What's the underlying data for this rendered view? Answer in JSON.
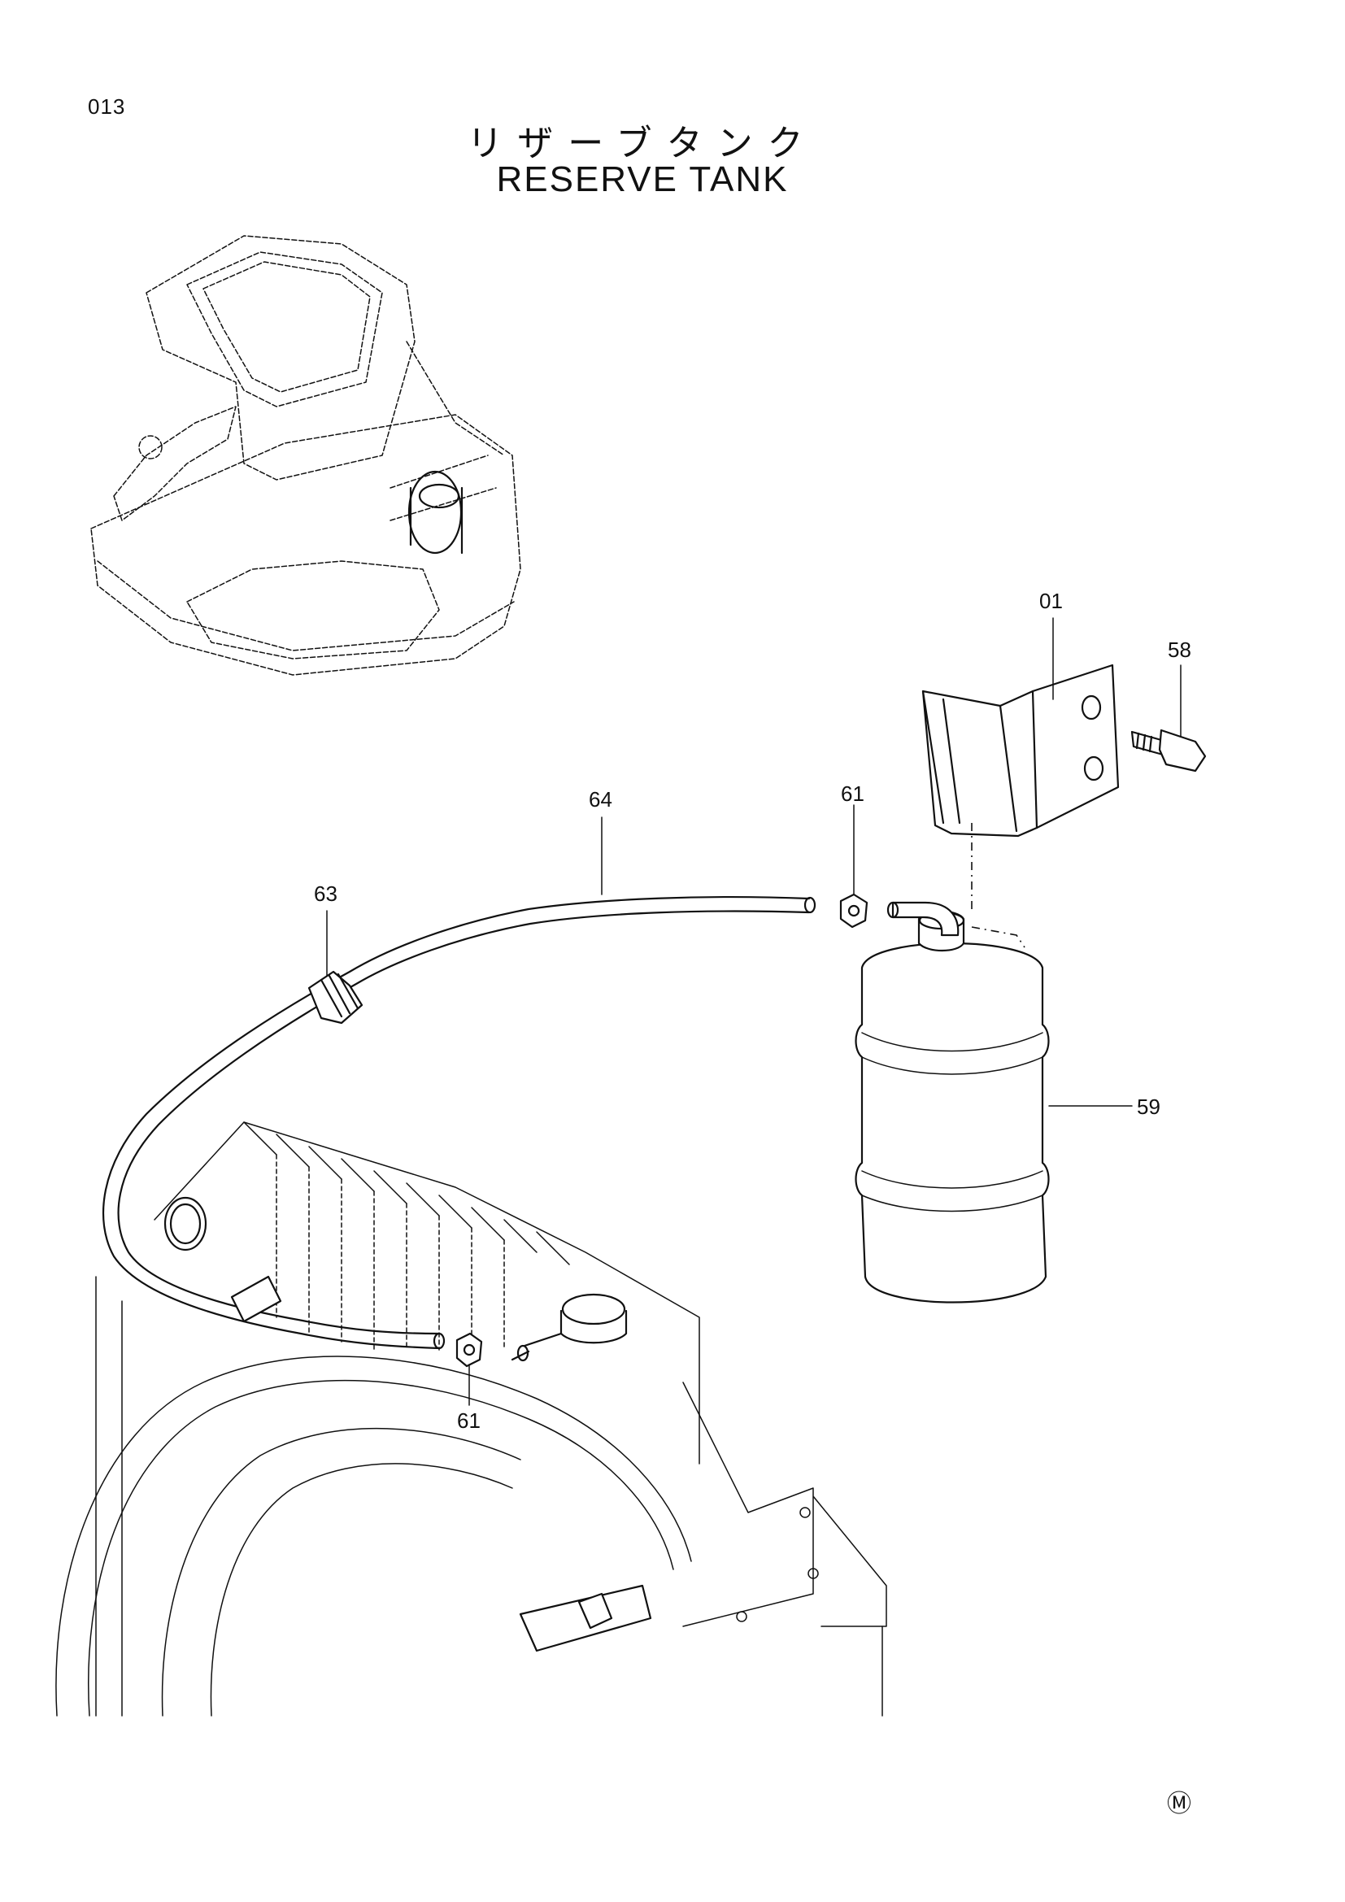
{
  "page": {
    "number": "013",
    "title_jp": "リザーブタンク",
    "title_en": "RESERVE  TANK"
  },
  "callouts": {
    "bracket": "01",
    "bolt": "58",
    "clip_top": "61",
    "hose": "64",
    "grommet": "63",
    "tank": "59",
    "clip_bottom": "61"
  },
  "footer": {
    "mark": "Ⓜ"
  }
}
